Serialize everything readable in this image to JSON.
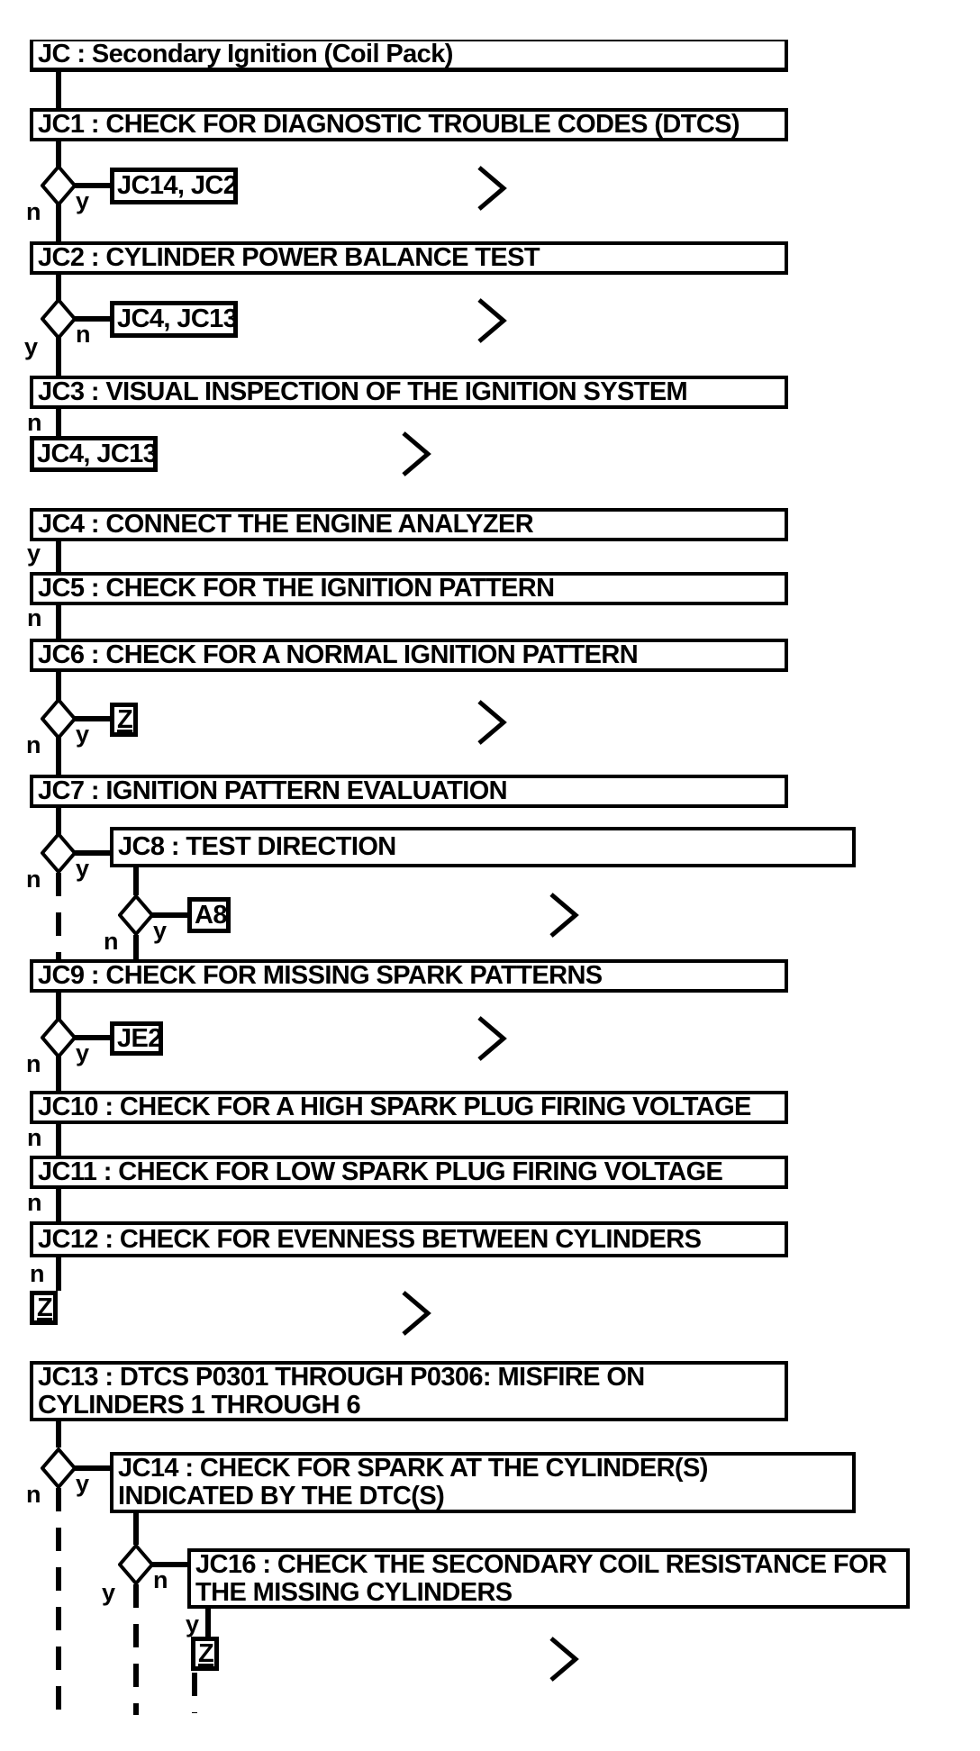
{
  "page": {
    "background": "#ffffff",
    "ink": "#000000"
  },
  "flow": {
    "title": {
      "text": "JC : Secondary Ignition (Coil Pack)"
    },
    "steps": [
      {
        "id": "JC1",
        "text": "JC1 : CHECK FOR DIAGNOSTIC TROUBLE CODES (DTCS)"
      },
      {
        "id": "JC2",
        "text": "JC2 : CYLINDER POWER BALANCE TEST"
      },
      {
        "id": "JC3",
        "text": "JC3 : VISUAL INSPECTION OF THE IGNITION SYSTEM"
      },
      {
        "id": "JC4",
        "text": "JC4 : CONNECT THE ENGINE ANALYZER"
      },
      {
        "id": "JC5",
        "text": "JC5 : CHECK FOR THE IGNITION PATTERN"
      },
      {
        "id": "JC6",
        "text": "JC6 : CHECK FOR A NORMAL IGNITION PATTERN"
      },
      {
        "id": "JC7",
        "text": "JC7 : IGNITION PATTERN EVALUATION"
      },
      {
        "id": "JC8",
        "text": "JC8 : TEST DIRECTION"
      },
      {
        "id": "JC9",
        "text": "JC9 : CHECK FOR MISSING SPARK PATTERNS"
      },
      {
        "id": "JC10",
        "text": "JC10 : CHECK FOR A HIGH SPARK PLUG FIRING VOLTAGE"
      },
      {
        "id": "JC11",
        "text": "JC11 : CHECK FOR LOW SPARK PLUG FIRING VOLTAGE"
      },
      {
        "id": "JC12",
        "text": "JC12 : CHECK FOR EVENNESS BETWEEN CYLINDERS"
      },
      {
        "id": "JC13",
        "text": "JC13 : DTCS P0301 THROUGH P0306: MISFIRE ON CYLINDERS 1 THROUGH 6"
      },
      {
        "id": "JC14",
        "text": "JC14 : CHECK FOR SPARK AT THE CYLINDER(S) INDICATED BY THE DTC(S)"
      },
      {
        "id": "JC16",
        "text": "JC16 : CHECK THE SECONDARY COIL RESISTANCE FOR THE MISSING CYLINDERS"
      }
    ],
    "refs": [
      {
        "text": "JC14, JC2"
      },
      {
        "text": "JC4, JC13"
      },
      {
        "text": "JC4, JC13"
      },
      {
        "text": "Z"
      },
      {
        "text": "A8"
      },
      {
        "text": "JE2"
      },
      {
        "text": "Z"
      },
      {
        "text": "Z"
      }
    ],
    "labels": {
      "yes": "y",
      "no": "n"
    },
    "icons": {
      "continue_chevron": ">",
      "decision_diamond": "diamond-outline"
    }
  }
}
